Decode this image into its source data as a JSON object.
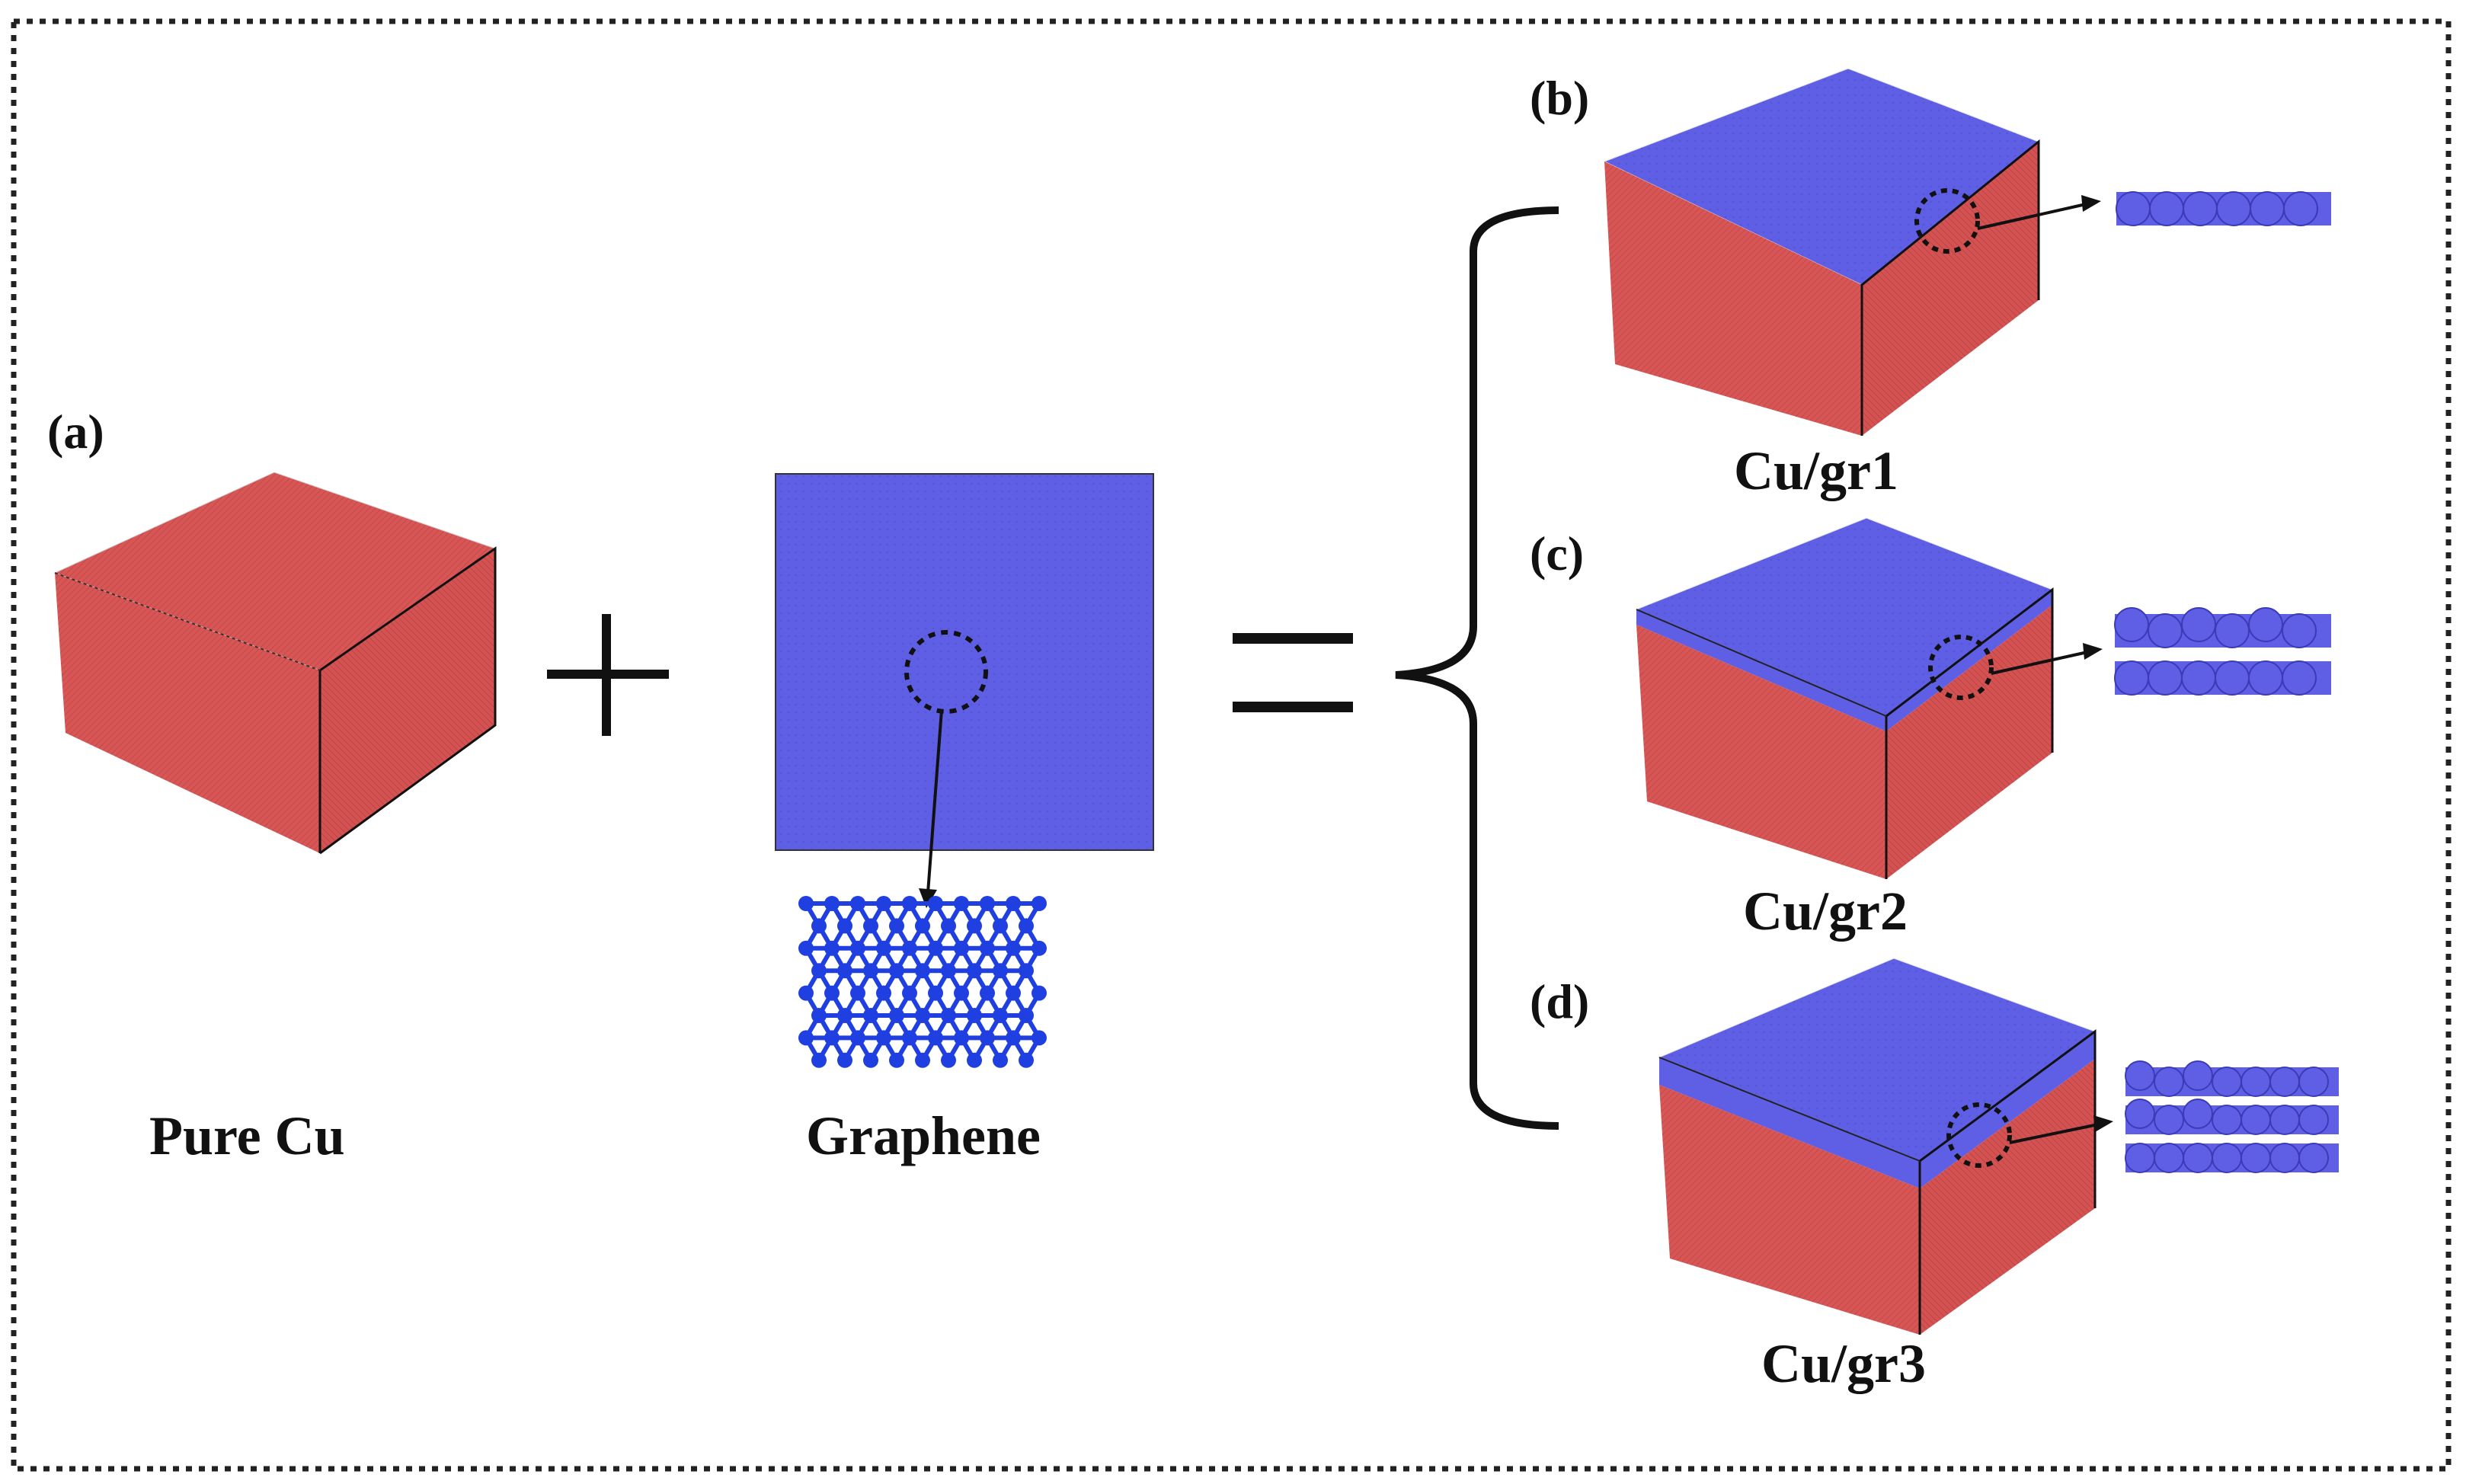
{
  "panels": {
    "a": {
      "label": "(a)",
      "caption": "Pure Cu"
    },
    "graphene": {
      "caption": "Graphene"
    },
    "b": {
      "label": "(b)",
      "caption": "Cu/gr1",
      "graphene_layers": 1
    },
    "c": {
      "label": "(c)",
      "caption": "Cu/gr2",
      "graphene_layers": 2
    },
    "d": {
      "label": "(d)",
      "caption": "Cu/gr3",
      "graphene_layers": 3
    }
  },
  "operators": {
    "plus": "+",
    "equals": "="
  },
  "colors": {
    "copper": "#d95656",
    "copper_dark": "#b84444",
    "graphene": "#5f5fe6",
    "graphene_lattice": "#1f3fe0",
    "frame": "#222222"
  }
}
